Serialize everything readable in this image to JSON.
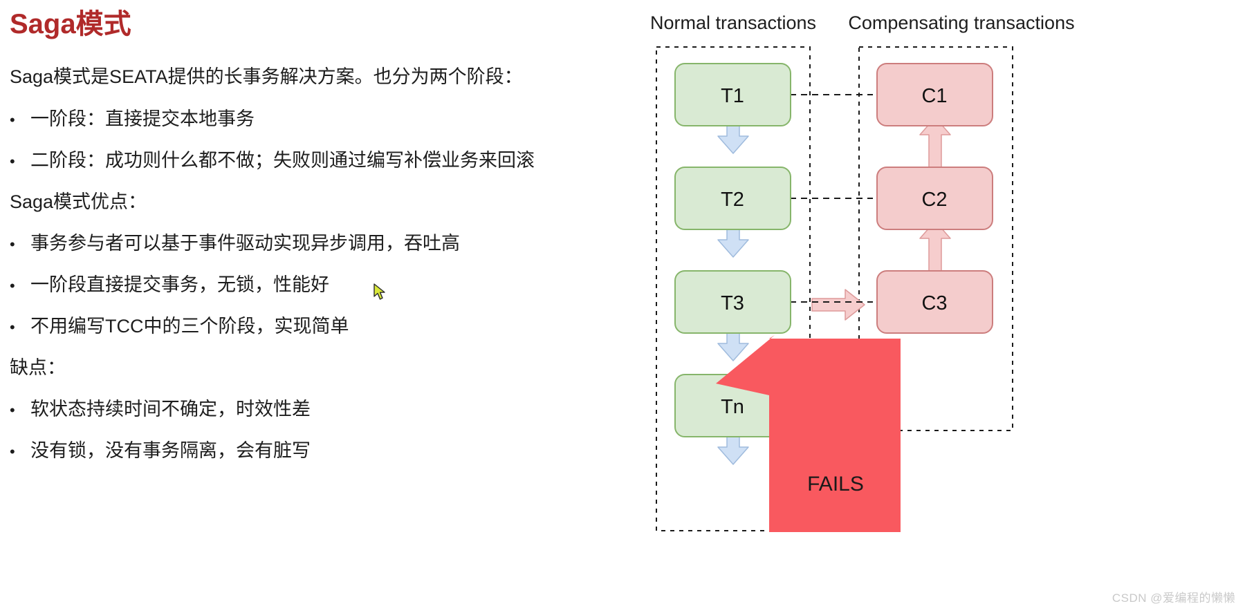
{
  "slide": {
    "title": "Saga模式",
    "intro": "Saga模式是SEATA提供的长事务解决方案。也分为两个阶段：",
    "bullet_marker": "•",
    "phase_bullets": [
      "一阶段：直接提交本地事务",
      "二阶段：成功则什么都不做；失败则通过编写补偿业务来回滚"
    ],
    "pros_heading": "Saga模式优点：",
    "pros_bullets": [
      "事务参与者可以基于事件驱动实现异步调用，吞吐高",
      "一阶段直接提交事务，无锁，性能好",
      "不用编写TCC中的三个阶段，实现简单"
    ],
    "cons_heading": "缺点：",
    "cons_bullets": [
      "软状态持续时间不确定，时效性差",
      "没有锁，没有事务隔离，会有脏写"
    ]
  },
  "diagram": {
    "normal_label": "Normal transactions",
    "compensating_label": "Compensating transactions",
    "normal_nodes": [
      "T1",
      "T2",
      "T3",
      "Tn"
    ],
    "compensating_nodes": [
      "C1",
      "C2",
      "C3"
    ],
    "fails_label": "FAILS",
    "colors": {
      "normal_fill": "#d9ead3",
      "normal_stroke": "#86b56a",
      "compensating_fill": "#f4cccc",
      "compensating_stroke": "#cc7d7d",
      "blue_arrow_fill": "#cfe0f5",
      "blue_arrow_stroke": "#9fbbdd",
      "pink_arrow_fill": "#f6cdcd",
      "pink_arrow_stroke": "#dd9a9a",
      "fails_fill": "#f9595f",
      "dashed_stroke": "#1a1a1a",
      "title_color": "#b02a2a"
    }
  },
  "watermark": "CSDN @爱编程的懒懒"
}
